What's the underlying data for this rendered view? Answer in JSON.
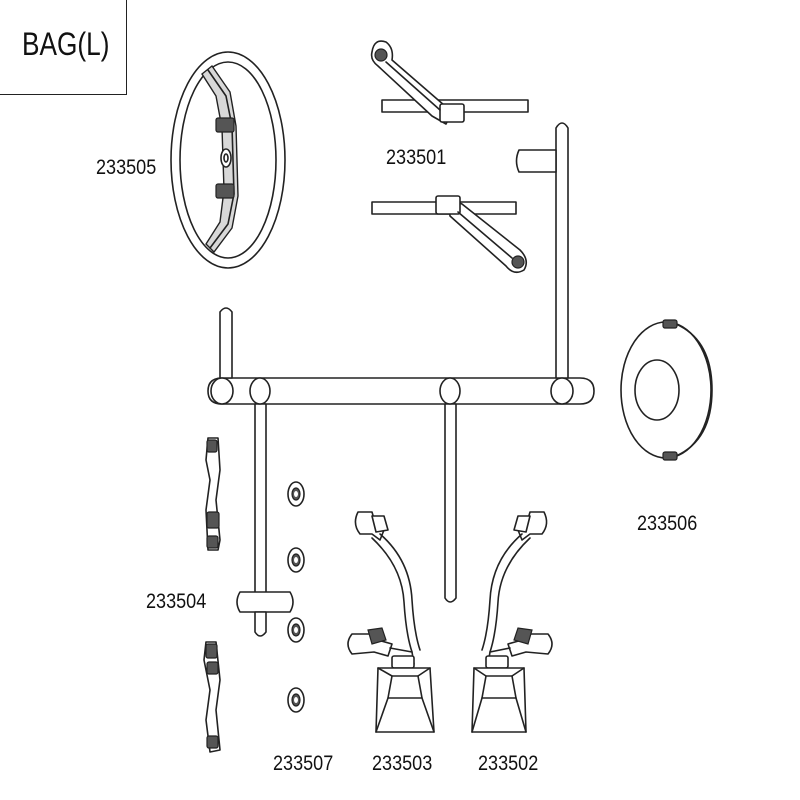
{
  "bag_title": "BAG(L)",
  "parts": [
    {
      "id": "233505",
      "name": "steering-wheel"
    },
    {
      "id": "233501",
      "name": "wiper-arms"
    },
    {
      "id": "233506",
      "name": "spare-tire-cover"
    },
    {
      "id": "233504",
      "name": "door-handles"
    },
    {
      "id": "233507",
      "name": "small-lights"
    },
    {
      "id": "233503",
      "name": "mirror-left"
    },
    {
      "id": "233502",
      "name": "mirror-right"
    }
  ]
}
